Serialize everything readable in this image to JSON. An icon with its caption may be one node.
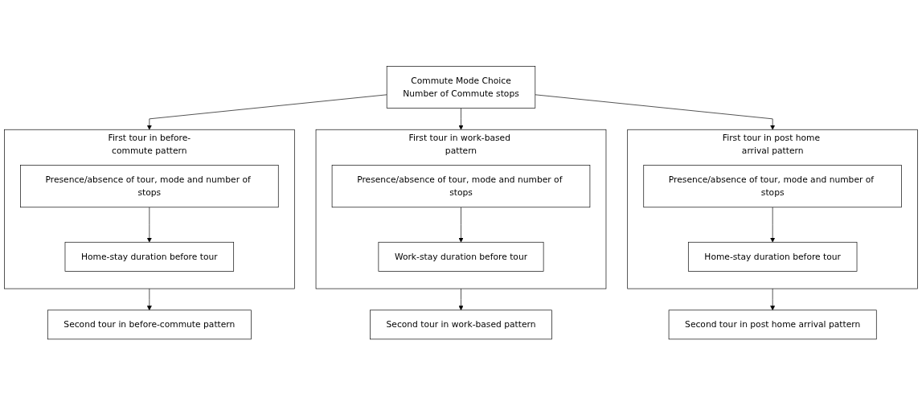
{
  "diagram": {
    "nodes": [
      {
        "text": [
          "Commute Mode Choice",
          "Number of Commute stops"
        ]
      },
      {
        "text": [
          "First tour in before-commute pattern"
        ]
      },
      {
        "text": [
          "Presence/absence of tour, mode and number of stops"
        ],
        "in": 1
      },
      {
        "text": [
          "Home-stay duration before tour"
        ],
        "in": 1
      },
      {
        "text": [
          "First tour in work-based pattern"
        ]
      },
      {
        "text": [
          "Presence/absence of tour, mode and number of stops"
        ],
        "in": 4
      },
      {
        "text": [
          "Work-stay duration before tour"
        ],
        "in": 4
      },
      {
        "text": [
          "First tour in post home arrival pattern"
        ]
      },
      {
        "text": [
          "Presence/absence of tour, mode and number of stops"
        ],
        "in": 7
      },
      {
        "text": [
          "Home-stay duration before tour"
        ],
        "in": 7
      },
      {
        "text": [
          "Second tour in before-commute pattern"
        ]
      },
      {
        "text": [
          "Second tour in work-based pattern"
        ]
      },
      {
        "text": [
          "Second tour in post home arrival pattern"
        ]
      }
    ],
    "edges": [
      {
        "from": 0,
        "to": 1,
        "arrow": "to"
      },
      {
        "from": 0,
        "to": 4,
        "arrow": "to"
      },
      {
        "from": 0,
        "to": 7,
        "arrow": "to"
      },
      {
        "from": 2,
        "to": 3,
        "arrow": "to"
      },
      {
        "from": 5,
        "to": 6,
        "arrow": "to"
      },
      {
        "from": 8,
        "to": 9,
        "arrow": "to"
      },
      {
        "from": 1,
        "to": 10,
        "arrow": "to"
      },
      {
        "from": 4,
        "to": 11,
        "arrow": "to"
      },
      {
        "from": 7,
        "to": 12,
        "arrow": "to"
      }
    ]
  }
}
